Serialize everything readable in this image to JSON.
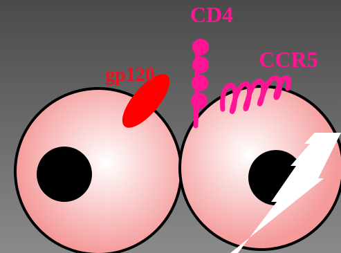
{
  "labels": {
    "cd4": "CD4",
    "ccr5": "CCR5",
    "gp120": "gp120"
  },
  "colors": {
    "background_top": "#4a4a4a",
    "background_bottom": "#8a8a8a",
    "cell_center": "#ffffff",
    "cell_edge": "#f59a9a",
    "nucleus": "#000000",
    "gp120": "#ff0000",
    "receptor": "#ff1493",
    "label_pink": "#ff1493",
    "label_red": "#ee1122",
    "lightning": "#ffffff"
  }
}
